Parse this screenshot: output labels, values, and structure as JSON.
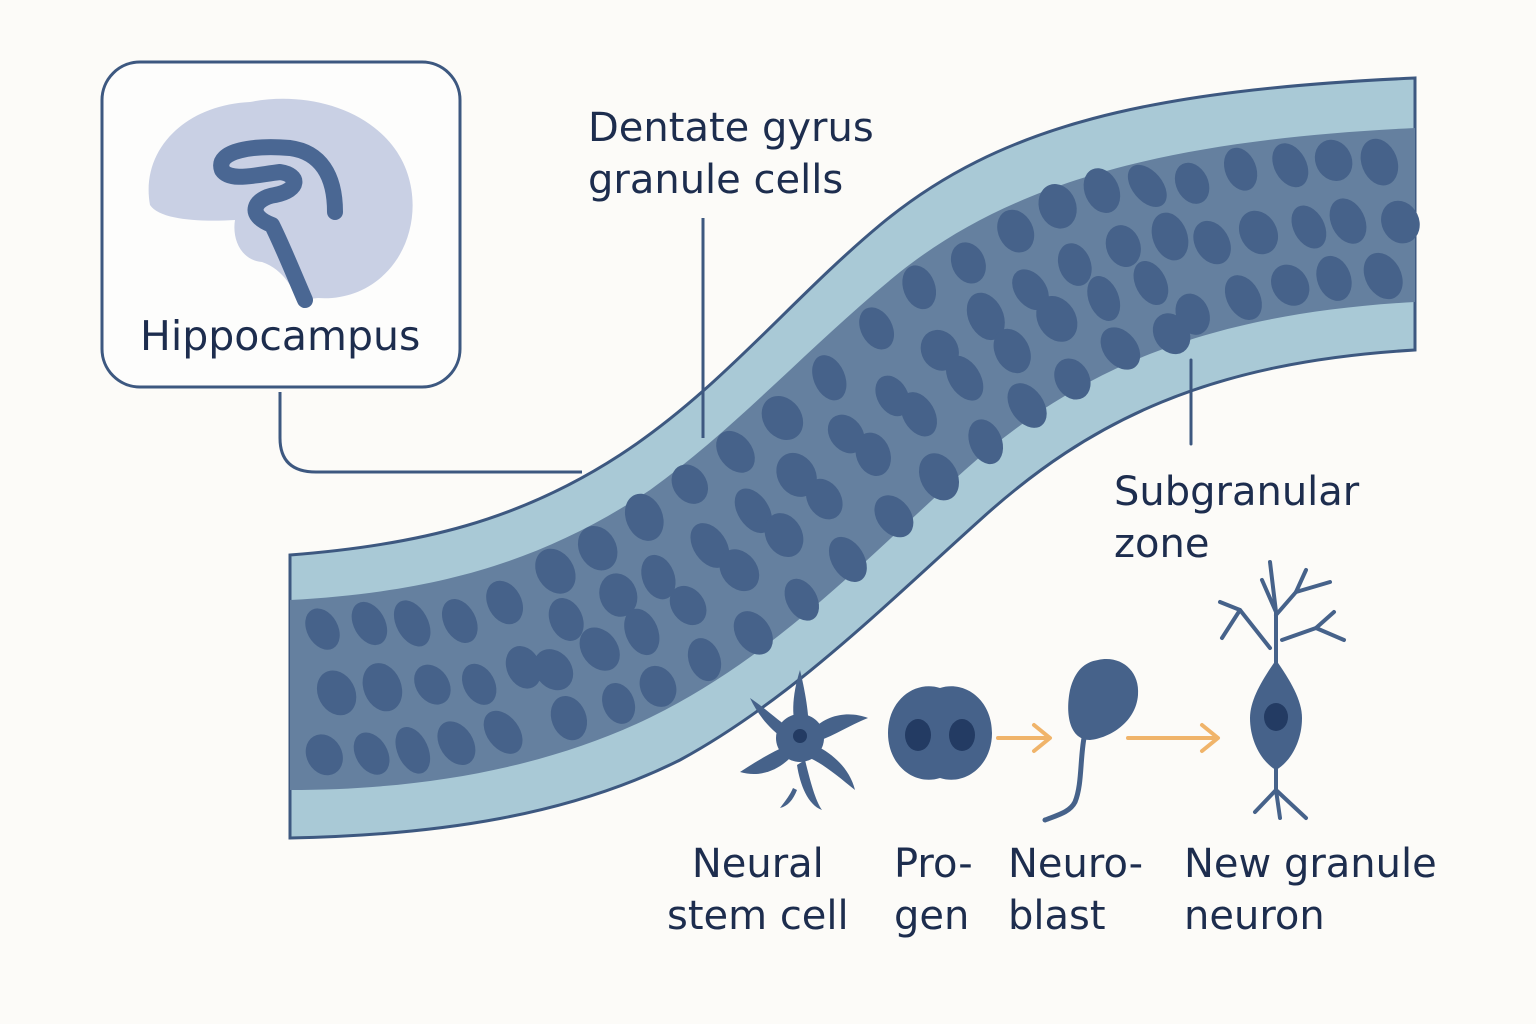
{
  "labels": {
    "hippocampus": "Hippocampus",
    "dentate_line1": "Dentate gyrus",
    "dentate_line2": "granule cells",
    "subgranular_line1": "Subgranular",
    "subgranular_line2": "zone"
  },
  "stages": [
    {
      "line1": "Neural",
      "line2": "stem cell"
    },
    {
      "line1": "Pro-",
      "line2": "gen"
    },
    {
      "line1": "Neuro-",
      "line2": "blast"
    },
    {
      "line1": "New granule",
      "line2": "neuron"
    }
  ],
  "colors": {
    "background": "#fcfbf8",
    "outer_layer": "#a9c9d6",
    "cell_layer": "#65809f",
    "cell": "#46628a",
    "outline": "#3d5880",
    "brain": "#c9d0e4",
    "arrow": "#f0b46a",
    "text": "#1d2d4e"
  }
}
